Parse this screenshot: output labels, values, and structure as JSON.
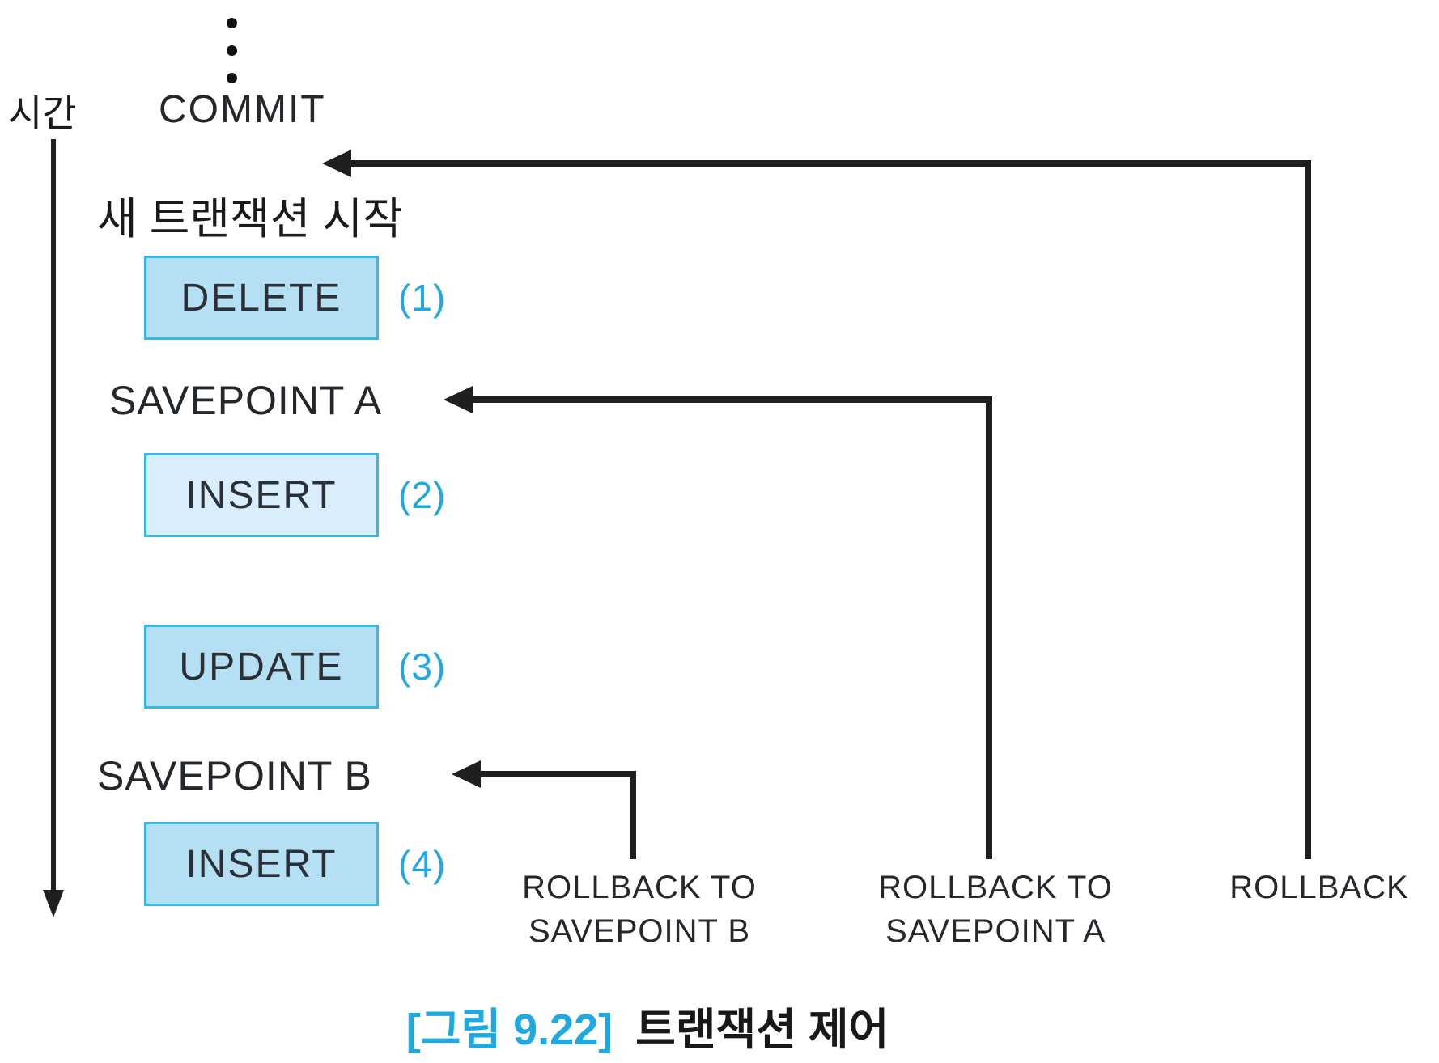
{
  "diagram": {
    "time_label": "시간",
    "commit_label": "COMMIT",
    "new_transaction_label": "새 트랜잭션 시작",
    "statements": [
      {
        "label": "DELETE",
        "number": "(1)",
        "variant": "medium"
      },
      {
        "label": "INSERT",
        "number": "(2)",
        "variant": "light"
      },
      {
        "label": "UPDATE",
        "number": "(3)",
        "variant": "medium"
      },
      {
        "label": "INSERT",
        "number": "(4)",
        "variant": "medium"
      }
    ],
    "savepoints": [
      {
        "label": "SAVEPOINT A"
      },
      {
        "label": "SAVEPOINT B"
      }
    ],
    "rollbacks": [
      {
        "lines": [
          "ROLLBACK TO",
          "SAVEPOINT B"
        ]
      },
      {
        "lines": [
          "ROLLBACK TO",
          "SAVEPOINT A"
        ]
      },
      {
        "lines": [
          "ROLLBACK"
        ]
      }
    ],
    "caption": {
      "tag": "[그림 9.22]",
      "title": "트랜잭션 제어"
    }
  },
  "colors": {
    "accent": "#1ea9e0",
    "line": "#1f1f1f",
    "text": "#24282c",
    "boxfill": "#b5e0f3",
    "boxfill-light": "#d9eefa",
    "boxborder": "#3ab7e7"
  }
}
